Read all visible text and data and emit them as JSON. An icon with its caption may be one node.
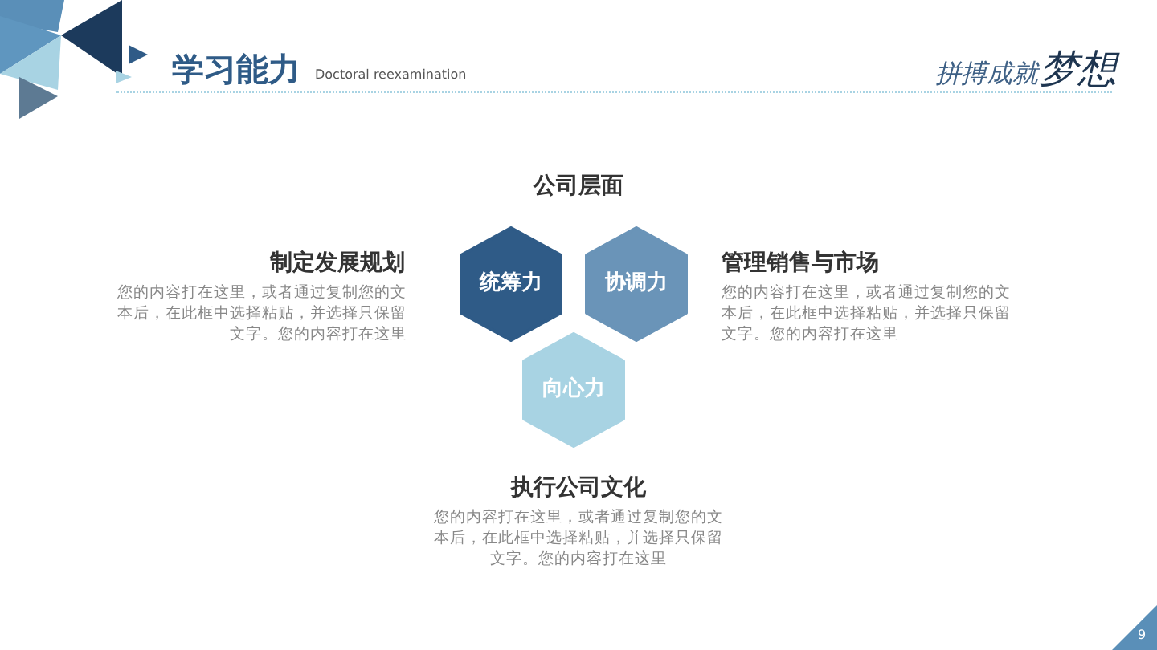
{
  "diagram": {
    "title": "学习能力",
    "nodes": [
      {
        "text": [
          "统筹力"
        ]
      },
      {
        "text": [
          "协调力"
        ]
      },
      {
        "text": [
          "向心力"
        ]
      }
    ],
    "labels": [
      "Doctoral reexamination",
      "拼搏成就",
      "梦想",
      "公司层面",
      "制定发展规划",
      "您的内容打在这里，或者通过复制您的文本后，在此框中选择粘贴，并选择只保留文字。您的内容打在这里",
      "管理销售与市场",
      "您的内容打在这里，或者通过复制您的文本后，在此框中选择粘贴，并选择只保留文字。您的内容打在这里",
      "执行公司文化",
      "您的内容打在这里，或者通过复制您的文本后，在此框中选择粘贴，并选择只保留文字。您的内容打在这里",
      "9"
    ]
  }
}
